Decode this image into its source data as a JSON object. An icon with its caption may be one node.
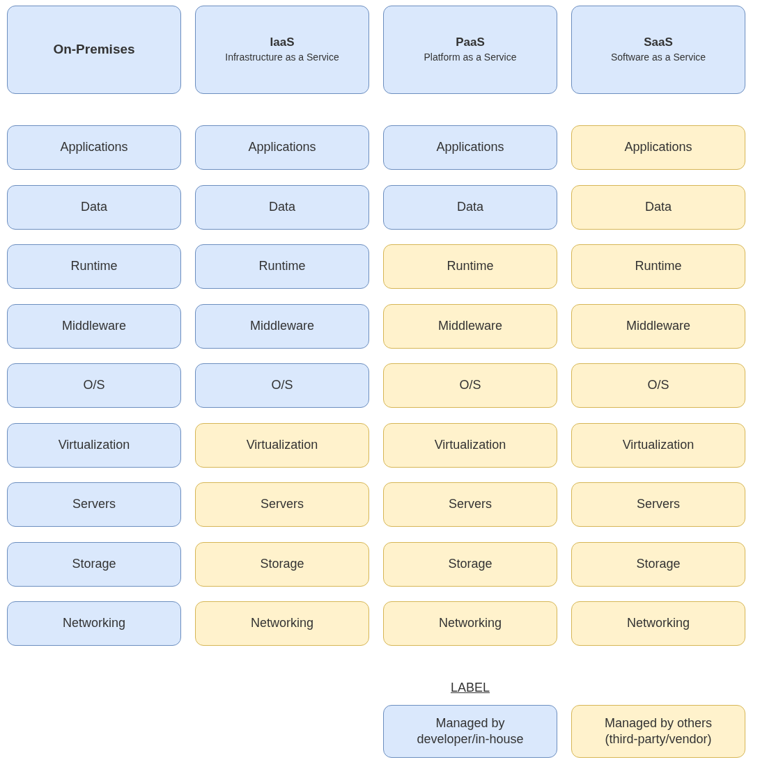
{
  "diagram": {
    "nodes": [
      {
        "text": [
          "On-Premises"
        ]
      },
      {
        "text": [
          "IaaS",
          "Infrastructure as a Service"
        ]
      },
      {
        "text": [
          "PaaS",
          "Platform as a Service"
        ]
      },
      {
        "text": [
          "SaaS",
          "Software as a Service"
        ]
      },
      {
        "text": [
          "Applications"
        ]
      },
      {
        "text": [
          "Applications"
        ]
      },
      {
        "text": [
          "Applications"
        ]
      },
      {
        "text": [
          "Applications"
        ]
      },
      {
        "text": [
          "Data"
        ]
      },
      {
        "text": [
          "Data"
        ]
      },
      {
        "text": [
          "Data"
        ]
      },
      {
        "text": [
          "Data"
        ]
      },
      {
        "text": [
          "Runtime"
        ]
      },
      {
        "text": [
          "Runtime"
        ]
      },
      {
        "text": [
          "Runtime"
        ]
      },
      {
        "text": [
          "Runtime"
        ]
      },
      {
        "text": [
          "Middleware"
        ]
      },
      {
        "text": [
          "Middleware"
        ]
      },
      {
        "text": [
          "Middleware"
        ]
      },
      {
        "text": [
          "Middleware"
        ]
      },
      {
        "text": [
          "O/S"
        ]
      },
      {
        "text": [
          "O/S"
        ]
      },
      {
        "text": [
          "O/S"
        ]
      },
      {
        "text": [
          "O/S"
        ]
      },
      {
        "text": [
          "Virtualization"
        ]
      },
      {
        "text": [
          "Virtualization"
        ]
      },
      {
        "text": [
          "Virtualization"
        ]
      },
      {
        "text": [
          "Virtualization"
        ]
      },
      {
        "text": [
          "Servers"
        ]
      },
      {
        "text": [
          "Servers"
        ]
      },
      {
        "text": [
          "Servers"
        ]
      },
      {
        "text": [
          "Servers"
        ]
      },
      {
        "text": [
          "Storage"
        ]
      },
      {
        "text": [
          "Storage"
        ]
      },
      {
        "text": [
          "Storage"
        ]
      },
      {
        "text": [
          "Storage"
        ]
      },
      {
        "text": [
          "Networking"
        ]
      },
      {
        "text": [
          "Networking"
        ]
      },
      {
        "text": [
          "Networking"
        ]
      },
      {
        "text": [
          "Networking"
        ]
      }
    ],
    "labels": [
      "LABEL"
    ],
    "legend": [
      {
        "text": "Managed by developer/in-house",
        "color": "#dae8fc"
      },
      {
        "text": "Managed by others (third-party/vendor)",
        "color": "#fff2cc"
      }
    ]
  }
}
